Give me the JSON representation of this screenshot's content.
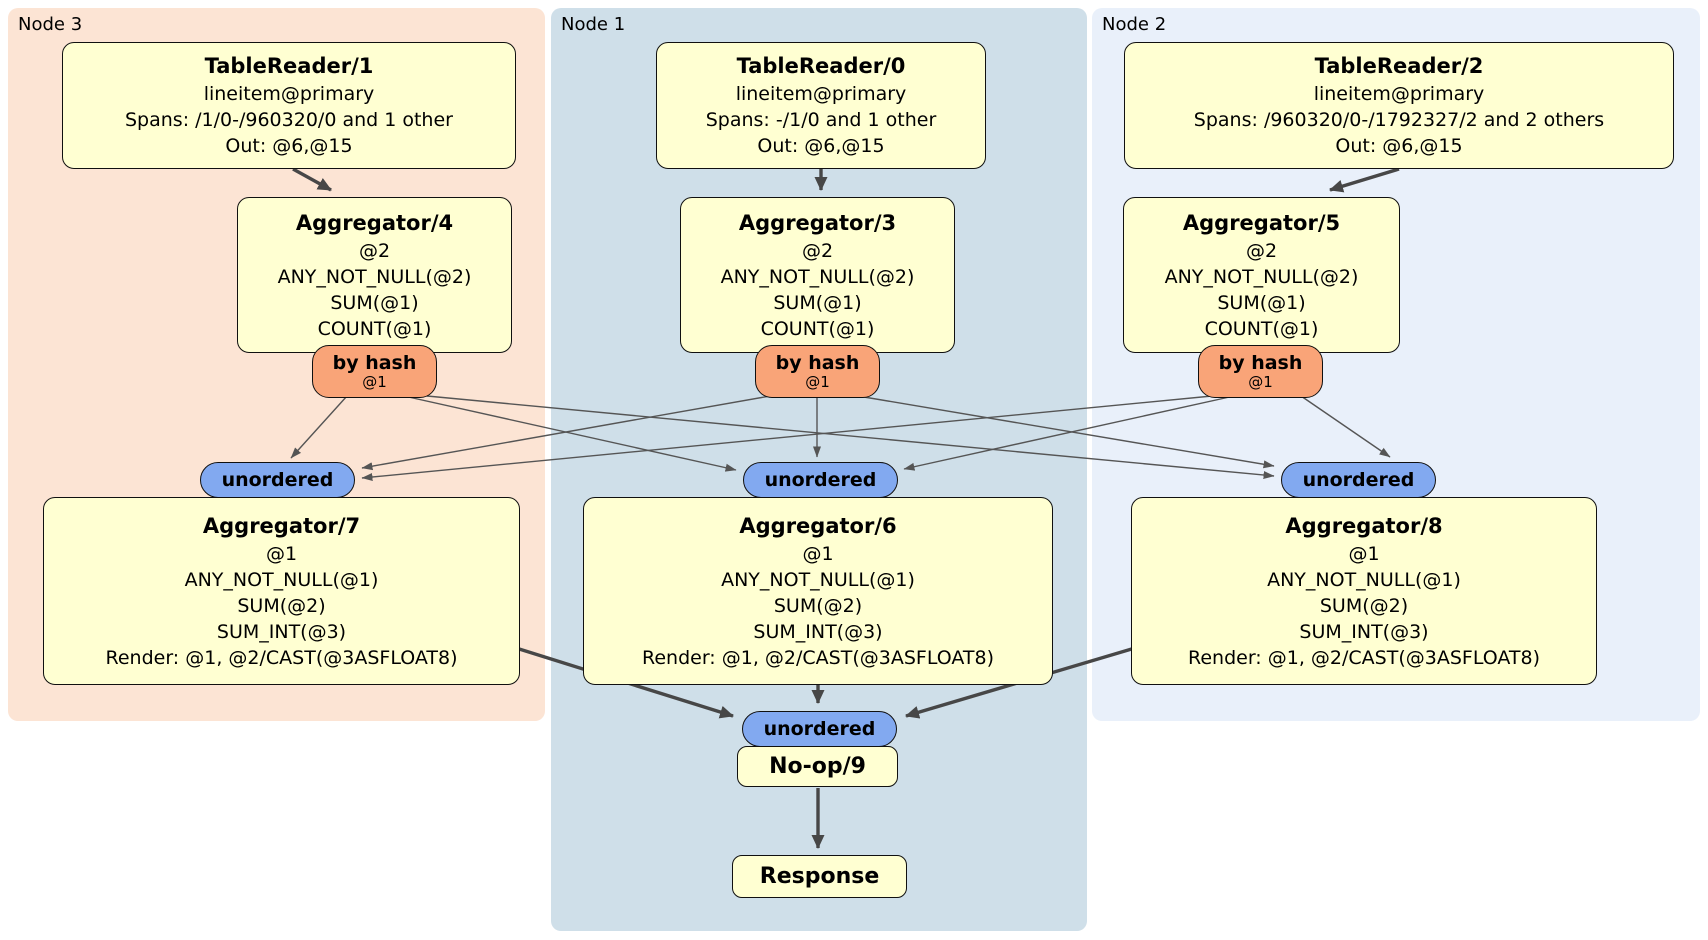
{
  "regions": [
    {
      "label": "Node 3"
    },
    {
      "label": "Node 1"
    },
    {
      "label": "Node 2"
    }
  ],
  "processors": {
    "tr1": {
      "title": "TableReader/1",
      "lines": [
        "lineitem@primary",
        "Spans: /1/0-/960320/0 and 1 other",
        "Out: @6,@15"
      ]
    },
    "tr0": {
      "title": "TableReader/0",
      "lines": [
        "lineitem@primary",
        "Spans: -/1/0 and 1 other",
        "Out: @6,@15"
      ]
    },
    "tr2": {
      "title": "TableReader/2",
      "lines": [
        "lineitem@primary",
        "Spans: /960320/0-/1792327/2 and 2 others",
        "Out: @6,@15"
      ]
    },
    "agg4": {
      "title": "Aggregator/4",
      "lines": [
        "@2",
        "ANY_NOT_NULL(@2)",
        "SUM(@1)",
        "COUNT(@1)"
      ]
    },
    "agg3": {
      "title": "Aggregator/3",
      "lines": [
        "@2",
        "ANY_NOT_NULL(@2)",
        "SUM(@1)",
        "COUNT(@1)"
      ]
    },
    "agg5": {
      "title": "Aggregator/5",
      "lines": [
        "@2",
        "ANY_NOT_NULL(@2)",
        "SUM(@1)",
        "COUNT(@1)"
      ]
    },
    "agg7": {
      "title": "Aggregator/7",
      "lines": [
        "@1",
        "ANY_NOT_NULL(@1)",
        "SUM(@2)",
        "SUM_INT(@3)",
        "Render: @1, @2/CAST(@3ASFLOAT8)"
      ]
    },
    "agg6": {
      "title": "Aggregator/6",
      "lines": [
        "@1",
        "ANY_NOT_NULL(@1)",
        "SUM(@2)",
        "SUM_INT(@3)",
        "Render: @1, @2/CAST(@3ASFLOAT8)"
      ]
    },
    "agg8": {
      "title": "Aggregator/8",
      "lines": [
        "@1",
        "ANY_NOT_NULL(@1)",
        "SUM(@2)",
        "SUM_INT(@3)",
        "Render: @1, @2/CAST(@3ASFLOAT8)"
      ]
    },
    "noop": {
      "title": "No-op/9"
    },
    "response": {
      "title": "Response"
    }
  },
  "routers": [
    {
      "label": "by hash",
      "detail": "@1"
    },
    {
      "label": "by hash",
      "detail": "@1"
    },
    {
      "label": "by hash",
      "detail": "@1"
    }
  ],
  "syncs": [
    {
      "label": "unordered"
    },
    {
      "label": "unordered"
    },
    {
      "label": "unordered"
    },
    {
      "label": "unordered"
    }
  ],
  "colors": {
    "node3_bg": "#fce4d4",
    "node1_bg": "#cfdfe9",
    "node2_bg": "#e9f0fa",
    "processor_bg": "#ffffd2",
    "router_bg": "#f9a478",
    "sync_bg": "#82a9f0",
    "edge_thick": "#474747",
    "edge_thin": "#555555"
  }
}
